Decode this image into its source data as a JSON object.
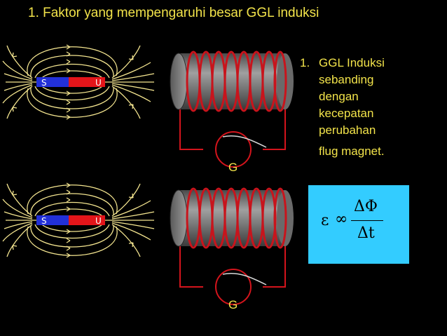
{
  "title": "1. Faktor yang mempengaruhi besar GGL induksi",
  "point": {
    "number": "1.",
    "lines": [
      "GGL Induksi",
      "sebanding",
      "dengan",
      "kecepatan",
      "perubahan",
      "flug magnet."
    ]
  },
  "formula": {
    "epsilon": "ε",
    "proportional": "∞",
    "numerator": "ΔΦ",
    "denominator": "Δt"
  },
  "galvanometer_label_top": "G",
  "galvanometer_label_bottom": "G",
  "magnet_top": {
    "left_pole": "S",
    "right_pole": "U"
  },
  "magnet_bottom": {
    "left_pole": "S",
    "right_pole": "U"
  },
  "colors": {
    "background": "#000000",
    "text": "#f2e34a",
    "field_lines": "#f5e690",
    "pole_s": "#2230d8",
    "pole_u": "#e3151a",
    "coil": "#c8141c",
    "circuit": "#d4141c",
    "formula_box": "#33ccff"
  }
}
